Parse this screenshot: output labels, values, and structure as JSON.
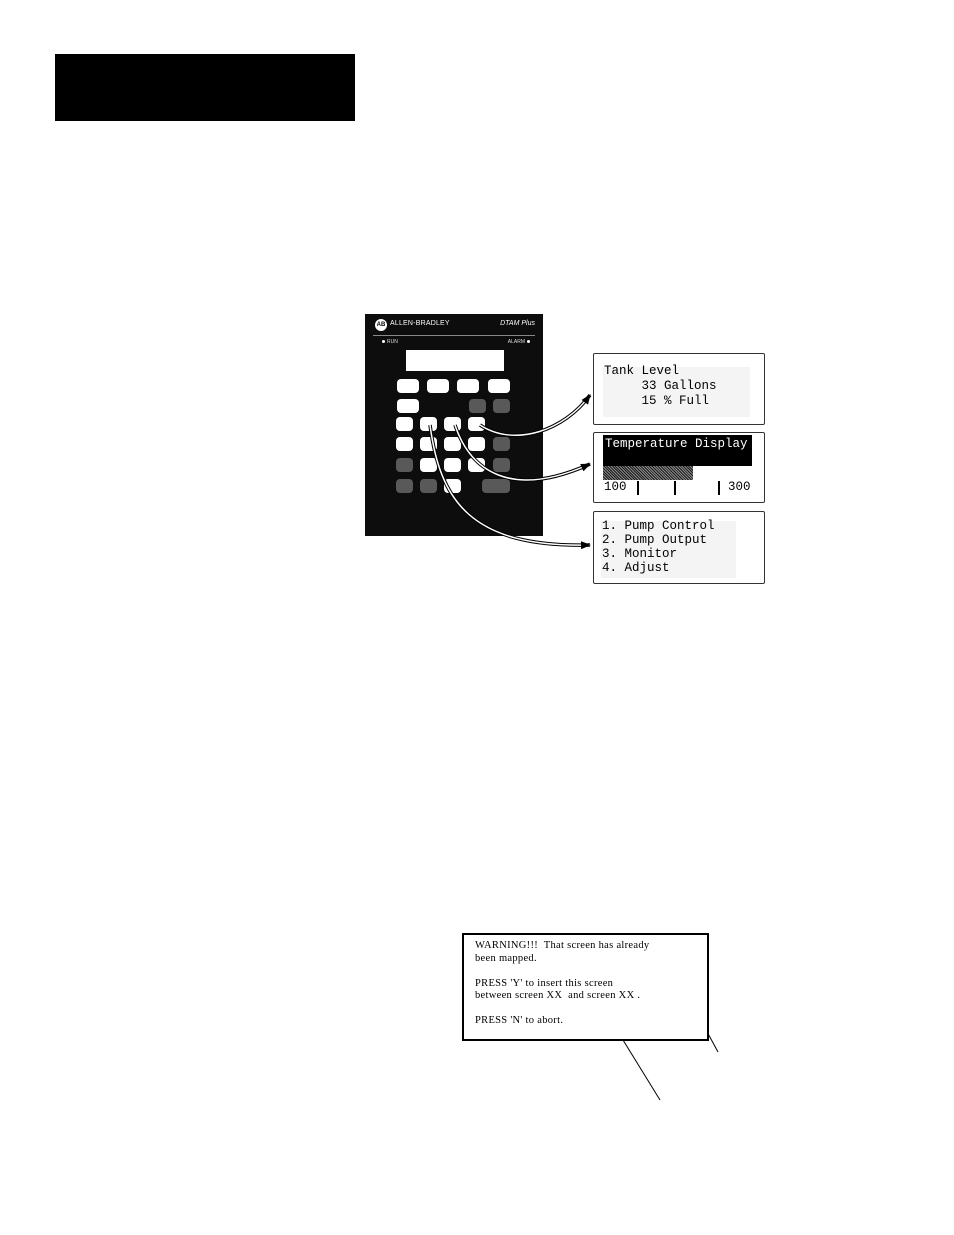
{
  "device": {
    "logo_text": "AB",
    "brand": "ALLEN-BRADLEY",
    "model": "DTAM Plus",
    "led_run": "RUN",
    "led_alarm": "ALARM"
  },
  "screens": {
    "tank_level": {
      "line1": "Tank Level",
      "line2": "     33 Gallons",
      "line3": "     15 % Full"
    },
    "temperature": {
      "title": "Temperature Display",
      "min_label": "100",
      "max_label": "300",
      "bar_fill_fraction": 0.6
    },
    "menu": {
      "items": [
        "1. Pump Control",
        "2. Pump Output",
        "3. Monitor",
        "4. Adjust"
      ]
    }
  },
  "warning": {
    "line1": "WARNING!!!  That screen has already",
    "line2": "been mapped.",
    "line3": "PRESS 'Y' to insert this screen",
    "line4": "between screen XX  and screen XX .",
    "line5": "PRESS 'N' to abort."
  },
  "colors": {
    "device_body": "#0d0d0d",
    "key_light": "#ffffff",
    "key_dark": "#595959"
  }
}
